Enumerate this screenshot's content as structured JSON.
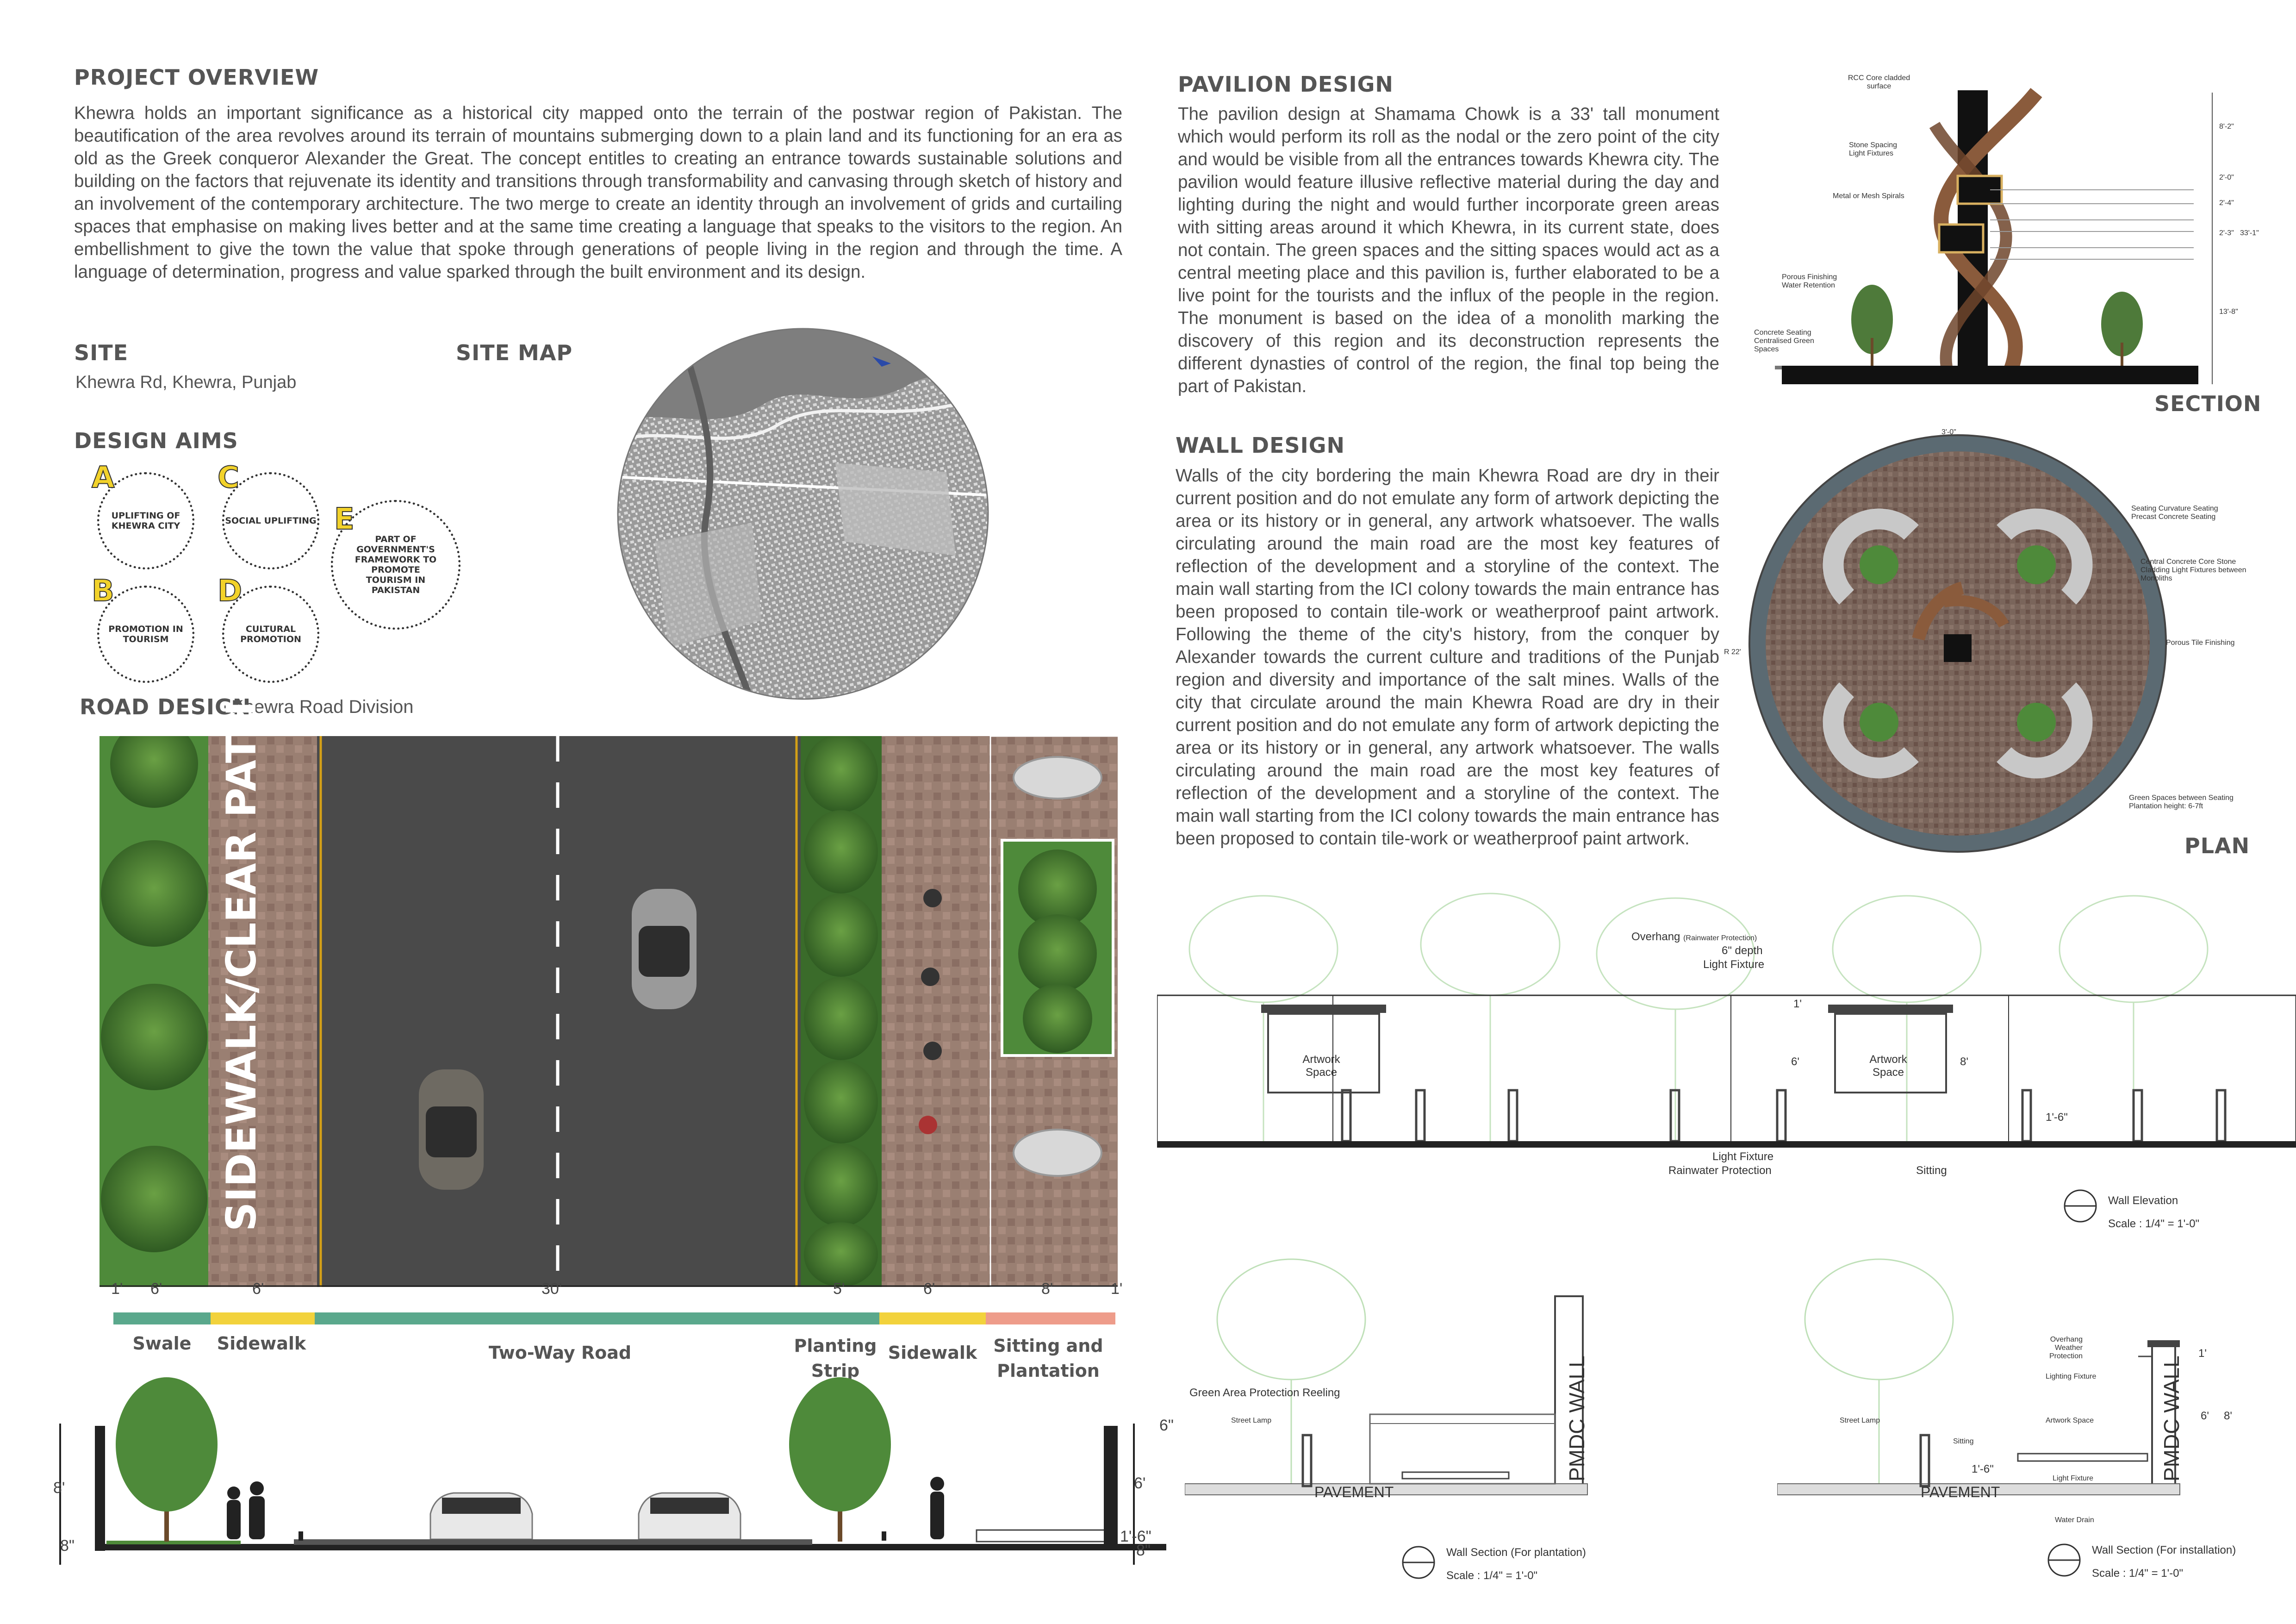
{
  "overview": {
    "heading": "PROJECT OVERVIEW",
    "text": "Khewra holds an important significance as a historical city mapped onto the terrain of the postwar region of Pakistan. The beautification of the area revolves around its terrain of mountains submerging down to a plain land and its functioning for an era as old as the Greek conqueror Alexander the Great. The concept entitles to creating an entrance towards sustainable solutions and building on the factors that rejuvenate its identity and transitions through transformability and canvasing through sketch of history and an involvement of the contemporary architecture. The two merge to create an identity through an involvement of grids and curtailing spaces that emphasise on making lives better and at the same time creating a language that speaks to the visitors to the region. An embellishment to give the town the value that spoke through generations of people living in the region and through the time. A language of determination, progress and value sparked through the built environment and its design."
  },
  "site": {
    "heading": "SITE",
    "address": "Khewra Rd, Khewra, Punjab",
    "map_heading": "SITE MAP"
  },
  "aims": {
    "heading": "DESIGN AIMS",
    "items": [
      {
        "letter": "A",
        "text": "UPLIFTING OF KHEWRA CITY"
      },
      {
        "letter": "B",
        "text": "PROMOTION IN TOURISM"
      },
      {
        "letter": "C",
        "text": "SOCIAL UPLIFTING"
      },
      {
        "letter": "D",
        "text": "CULTURAL PROMOTION"
      },
      {
        "letter": "E",
        "text": "PART OF GOVERNMENT'S FRAMEWORK TO PROMOTE TOURISM IN PAKISTAN"
      }
    ]
  },
  "road": {
    "heading": "ROAD DESIGN",
    "subheading": "Khewra Road Division",
    "sidewalk_text": "SIDEWALK/CLEAR PATH",
    "dims": [
      "1'",
      "6'",
      "6'",
      "30'",
      "5'",
      "6'",
      "8'",
      "1'"
    ],
    "zones": [
      {
        "label": "Swale",
        "color": "#5aa88c"
      },
      {
        "label": "Sidewalk",
        "color": "#f2d23c"
      },
      {
        "label": "Two-Way Road",
        "color": "#5aa88c"
      },
      {
        "label": "Planting Strip",
        "color": "#5aa88c"
      },
      {
        "label": "Sidewalk",
        "color": "#f2d23c"
      },
      {
        "label": "Sitting and Plantation",
        "color": "#ee9c8a"
      }
    ],
    "section_dims": {
      "left_top": "8'",
      "left_bottom": "8\"",
      "right_top": "6\"",
      "right_mid": "6'",
      "right_low": "1'-6\"",
      "right_bottom": "8\""
    }
  },
  "pavilion": {
    "heading": "PAVILION DESIGN",
    "text": "The pavilion design at Shamama Chowk is a 33' tall monument which would perform its roll as the nodal or the zero point of the city and would be visible from all the entrances towards Khewra city. The pavilion would feature illusive reflective material during the day and lighting during the night and would further incorporate green areas with sitting areas around it which Khewra, in its current state, does not contain. The green spaces and the sitting spaces would act as a central meeting place and this pavilion is, further elaborated to be a live point for the tourists and the influx of the people in the region. The monument is based on the idea of a monolith marking the discovery of this region and its deconstruction represents the different dynasties of control of the region, the final top being the part of Pakistan.",
    "section_label": "SECTION",
    "plan_label": "PLAN",
    "section_notes": [
      "RCC Core cladded surface",
      "Stone Spacing Light Fixtures",
      "Metal or Mesh Spirals",
      "Porous Finishing Water Retention",
      "Concrete Seating Centralised Green Spaces"
    ],
    "section_dims": [
      "8'-2\"",
      "2'-0\"",
      "2'-4\"",
      "2'-3\"",
      "33'-1\"",
      "13'-8\""
    ],
    "plan_notes": [
      "Seating Curvature Seating Precast Concrete Seating",
      "Central Concrete Core Stone Cladding Light Fixtures between Monoliths",
      "Porous Tile Finishing",
      "Green Spaces between Seating Plantation height: 6-7ft"
    ],
    "plan_radius": "R 22'",
    "plan_dim": "3'-0\""
  },
  "wall": {
    "heading": "WALL DESIGN",
    "text": "Walls of the city bordering the main Khewra Road are dry in their current position and do not emulate any form of artwork depicting the area or its history or in general, any artwork whatsoever. The walls circulating around the main road are the most key features of reflection of the development and a storyline of the context. The main wall starting from the ICI colony towards the main entrance has been proposed to contain tile-work or weatherproof paint artwork. Following the theme of the city's history, from the conquer by Alexander towards the current culture and traditions of the Punjab region and diversity and importance of the salt mines. Walls of the city that circulate around the main Khewra Road are dry in their current position and do not emulate any form of artwork depicting the area or its history or in general, any artwork whatsoever. The walls circulating around the main road are the most key features of reflection of the development and a storyline of the context. The main wall starting from the ICI colony towards the main entrance has been proposed to contain tile-work or weatherproof paint artwork.",
    "elevation": {
      "overhang": "Overhang",
      "overhang_note": "(Rainwater Protection)",
      "depth": "6\" depth",
      "light_fixture": "Light Fixture",
      "artwork": "Artwork Space",
      "light_fixture2": "Light Fixture",
      "rainwater": "Rainwater Protection",
      "sitting": "Sitting",
      "dim_6": "6'",
      "dim_8": "8'",
      "dim_1": "1'",
      "dim_16": "1'-6\"",
      "title": "Wall Elevation",
      "scale": "Scale : 1/4\" = 1'-0\""
    },
    "section_plant": {
      "reeling": "Green Area Protection Reeling",
      "lamp": "Street Lamp",
      "pavement": "PAVEMENT",
      "wall": "PMDC WALL",
      "title": "Wall Section (For plantation)",
      "scale": "Scale : 1/4\" = 1'-0\""
    },
    "section_install": {
      "overhang": "Overhang Weather Protection",
      "lighting": "Lighting Fixture",
      "artwork": "Artwork Space",
      "lamp": "Street Lamp",
      "sitting": "Sitting",
      "light": "Light Fixture",
      "drain": "Water Drain",
      "pavement": "PAVEMENT",
      "wall": "PMDC WALL",
      "dim_1": "1'",
      "dim_6": "6'",
      "dim_8": "8'",
      "dim_16": "1'-6\"",
      "title": "Wall Section (For installation)",
      "scale": "Scale : 1/4\" = 1'-0\""
    }
  }
}
